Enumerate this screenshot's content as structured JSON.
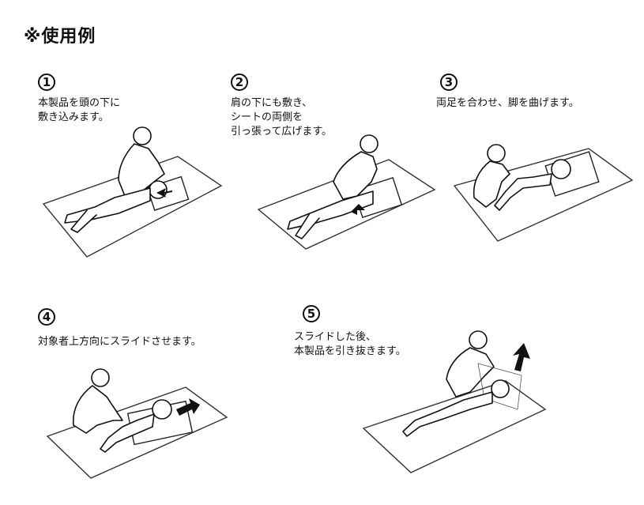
{
  "title": "※使用例",
  "steps": [
    {
      "number": "1",
      "text": "本製品を頭の下に\n敷き込みます。"
    },
    {
      "number": "2",
      "text": "肩の下にも敷き、\nシートの両側を\n引っ張って広げます。"
    },
    {
      "number": "3",
      "text": "両足を合わせ、脚を曲げます。"
    },
    {
      "number": "4",
      "text": "対象者上方向にスライドさせます。"
    },
    {
      "number": "5",
      "text": "スライドした後、\n本製品を引き抜きます。"
    }
  ]
}
